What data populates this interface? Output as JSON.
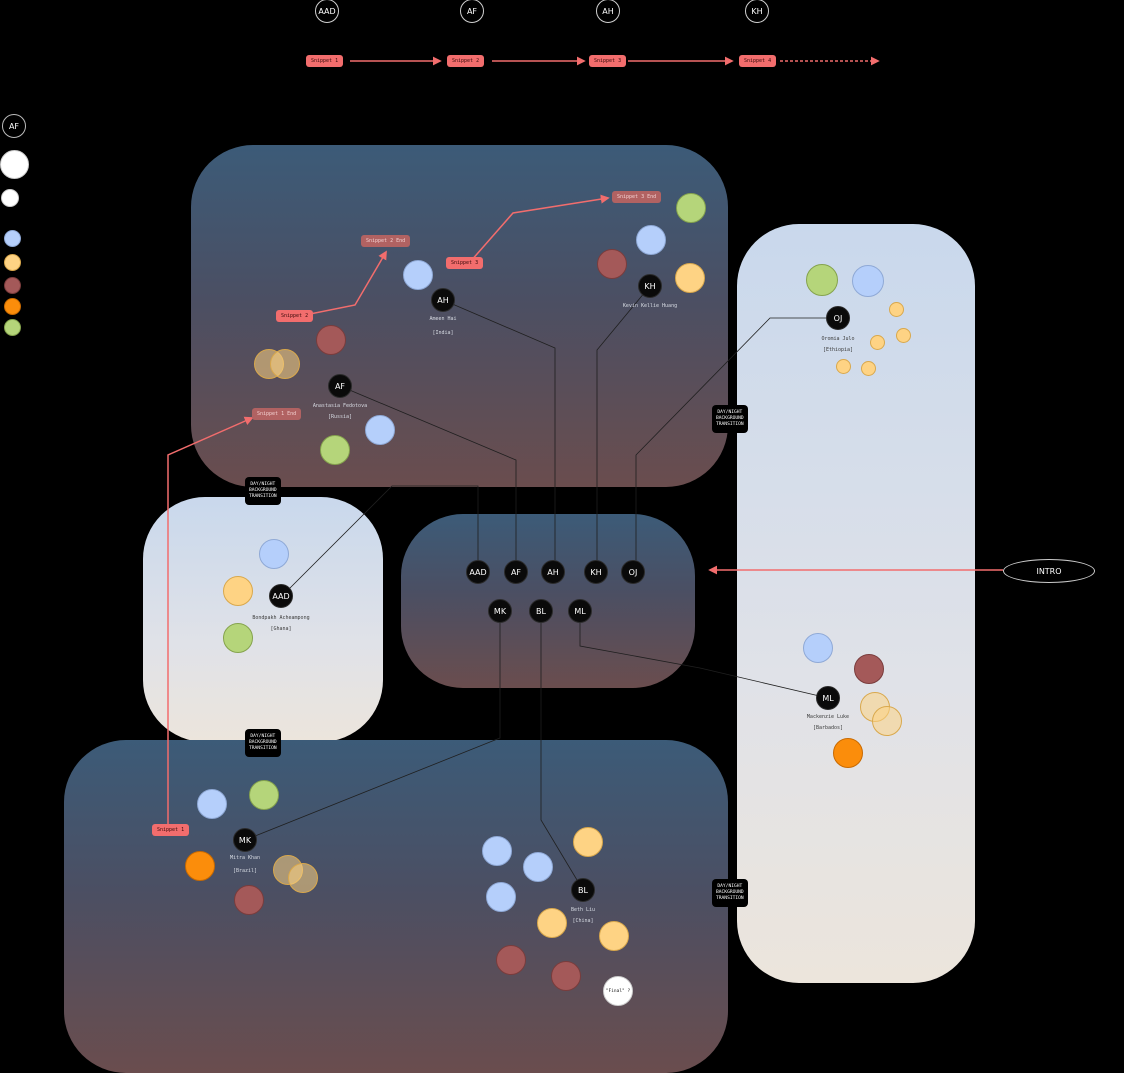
{
  "colors": {
    "blue": "#b5cffb",
    "yellow": "#fed384",
    "maroon": "#a45959",
    "orange": "#fb8d0b",
    "green": "#b5d57a",
    "arrow": "#f26d6d"
  },
  "timeline": {
    "badges": [
      "AAD",
      "AF",
      "AH",
      "KH"
    ],
    "snippets": [
      "Snippet 1",
      "Snippet 2",
      "Snippet 3",
      "Snippet 4"
    ]
  },
  "legend": {
    "badge": "AF"
  },
  "intro": "INTRO",
  "transition_tag": "DAY/NIGHT\nBACKGROUND\nTRANSITION",
  "hub": {
    "row1": [
      "AAD",
      "AF",
      "AH",
      "KH",
      "OJ"
    ],
    "row2": [
      "MK",
      "BL",
      "ML"
    ]
  },
  "people": {
    "af": {
      "initials": "AF",
      "name": "Anastasia Fedotova",
      "place": "[Russia]"
    },
    "ah": {
      "initials": "AH",
      "name": "Ameen Hai",
      "place": "[India]"
    },
    "kh": {
      "initials": "KH",
      "name": "Kevin Kellie Huang",
      "place": ""
    },
    "oj": {
      "initials": "OJ",
      "name": "Oromia Julo",
      "place": "[Ethiopia]"
    },
    "aad": {
      "initials": "AAD",
      "name": "Bondpakh Acheampong",
      "place": "[Ghana]"
    },
    "ml": {
      "initials": "ML",
      "name": "Mackenzie Luke",
      "place": "[Barbados]"
    },
    "mk": {
      "initials": "MK",
      "name": "Mitra Khan",
      "place": "[Brazil]"
    },
    "bl": {
      "initials": "BL",
      "name": "Beth Liu",
      "place": "[China]"
    }
  },
  "snippet_markers": {
    "s1": "Snippet 1",
    "s1_end": "Snippet 1 End",
    "s2": "Snippet 2",
    "s2_end": "Snippet 2 End",
    "s3": "Snippet 3",
    "s3_end": "Snippet 3 End"
  },
  "final": "\"Final\" ?"
}
